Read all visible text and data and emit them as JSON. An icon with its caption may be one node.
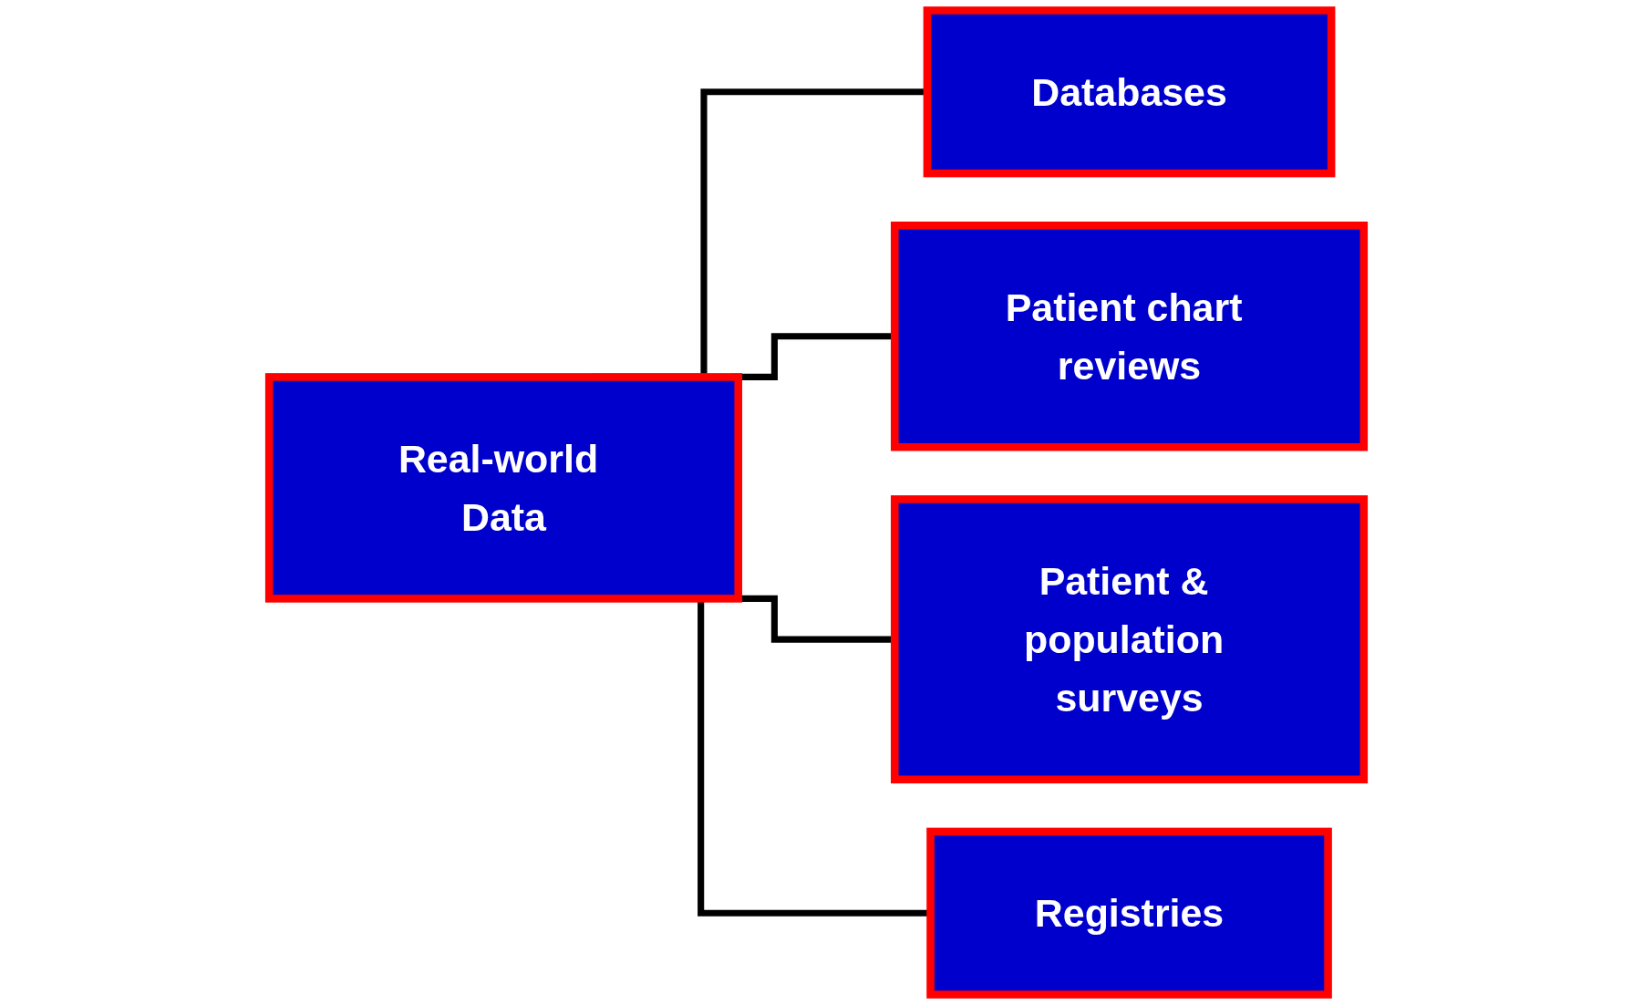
{
  "diagram": {
    "nodes": [
      {
        "text": [
          "Real-world Data"
        ]
      },
      {
        "text": [
          "Databases"
        ]
      },
      {
        "text": [
          "Patient chart reviews"
        ]
      },
      {
        "text": [
          "Patient & population surveys"
        ]
      },
      {
        "text": [
          "Registries"
        ]
      }
    ],
    "edges": [
      {
        "from": 0,
        "to": 1,
        "arrow": "none"
      },
      {
        "from": 0,
        "to": 2,
        "arrow": "none"
      },
      {
        "from": 0,
        "to": 3,
        "arrow": "none"
      },
      {
        "from": 0,
        "to": 4,
        "arrow": "none"
      }
    ]
  }
}
